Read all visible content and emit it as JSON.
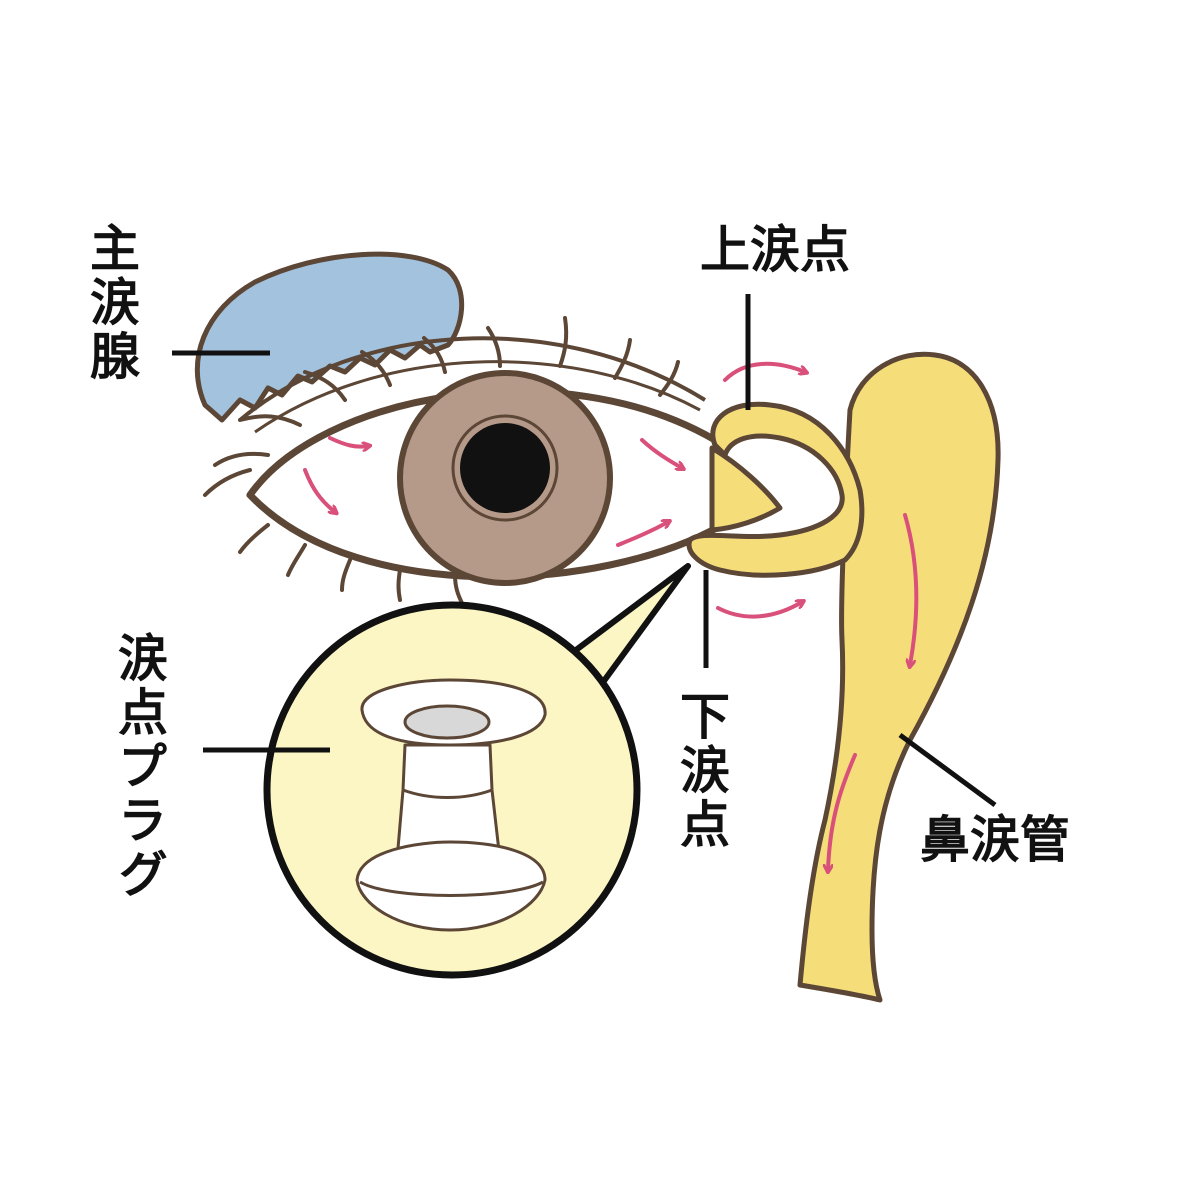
{
  "labels": {
    "main_lacrimal_gland": "主涙腺",
    "upper_punctum": "上涙点",
    "lower_punctum": "下涙点",
    "punctal_plug": "涙点プラグ",
    "nasolacrimal_duct": "鼻涙管"
  },
  "colors": {
    "outline": "#5c4636",
    "gland_fill": "#a3c2de",
    "iris_fill": "#b59a8a",
    "pupil_fill": "#111111",
    "duct_fill": "#f5de7a",
    "flow_arrow": "#d9507a",
    "plug_circle_fill": "#fbf6c4",
    "plug_fill": "#ffffff",
    "leader_line": "#111111"
  }
}
